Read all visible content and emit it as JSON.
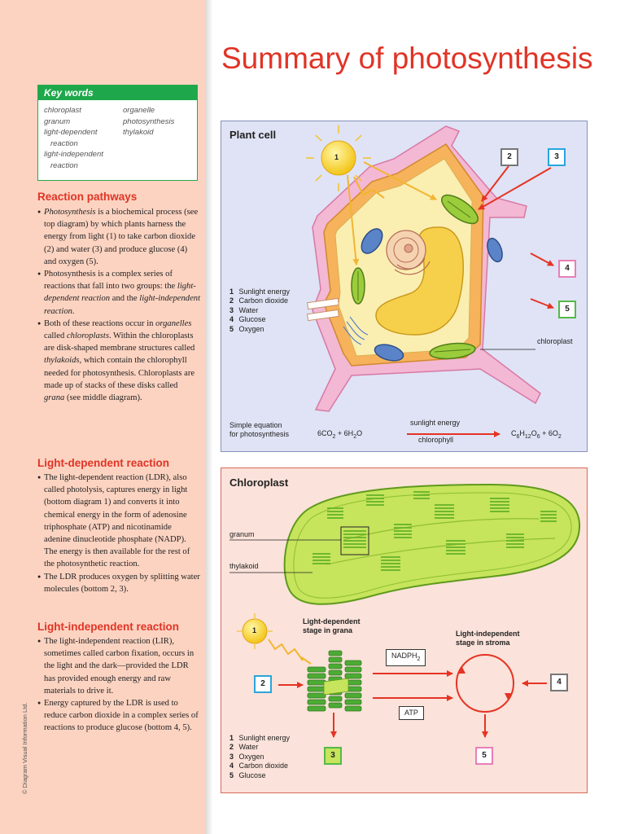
{
  "title": "Summary of photosynthesis",
  "key_words": {
    "heading": "Key words",
    "col1": [
      "chloroplast",
      "granum",
      "light-dependent",
      "reaction",
      "light-independent",
      "reaction"
    ],
    "col2": [
      "organelle",
      "photosynthesis",
      "thylakoid"
    ]
  },
  "reaction_pathways": {
    "heading": "Reaction pathways",
    "b1_term": "Photosynthesis",
    "b1_text": " is a biochemical process (see top diagram) by which plants harness the energy from light (1) to take carbon dioxide (2) and water (3) and produce glucose (4) and oxygen (5).",
    "b2_a": "Photosynthesis is a complex series of reactions that fall into two groups: the ",
    "b2_term1": "light-dependent reaction",
    "b2_b": " and the ",
    "b2_term2": "light-independent reaction",
    "b2_c": ".",
    "b3_a": "Both of these reactions occur in ",
    "b3_term1": "organelles",
    "b3_b": " called ",
    "b3_term2": "chloroplasts",
    "b3_c": ". Within the chloroplasts are disk-shaped membrane structures called ",
    "b3_term3": "thylakoids",
    "b3_d": ", which contain the chlorophyll needed for photosynthesis. Chloroplasts are made up of stacks of these disks called ",
    "b3_term4": "grana",
    "b3_e": " (see middle diagram)."
  },
  "light_dependent": {
    "heading": "Light-dependent reaction",
    "b1": "The light-dependent reaction (LDR), also called photolysis, captures energy in light (bottom diagram 1) and converts it into chemical energy in the form of adenosine triphosphate (ATP) and nicotinamide adenine dinucleotide phosphate (NADP). The energy is then available for the rest of the photosynthetic reaction.",
    "b2": "The LDR produces oxygen by splitting water molecules (bottom 2, 3)."
  },
  "light_independent": {
    "heading": "Light-independent reaction",
    "b1": "The light-independent reaction (LIR), sometimes called carbon fixation, occurs in the light and the dark—provided the LDR has provided enough energy and raw materials to drive it.",
    "b2": "Energy captured by the LDR is used to reduce carbon dioxide in a complex series of reactions to produce glucose (bottom 4, 5)."
  },
  "copyright": "© Diagram Visual Information Ltd.",
  "plant_cell": {
    "title": "Plant cell",
    "legend": [
      {
        "num": "1",
        "text": "Sunlight energy"
      },
      {
        "num": "2",
        "text": "Carbon dioxide"
      },
      {
        "num": "3",
        "text": "Water"
      },
      {
        "num": "4",
        "text": "Glucose"
      },
      {
        "num": "5",
        "text": "Oxygen"
      }
    ],
    "chloroplast_label": "chloroplast",
    "sun_label": "1",
    "box2": "2",
    "box3": "3",
    "box4": "4",
    "box5": "5",
    "equation_label_1": "Simple equation",
    "equation_label_2": "for photosynthesis",
    "eq_left_a": "6CO",
    "eq_left_sub1": "2",
    "eq_left_b": " + 6H",
    "eq_left_sub2": "2",
    "eq_left_c": "O",
    "eq_top": "sunlight energy",
    "eq_bottom": "chlorophyll",
    "eq_right_a": "C",
    "eq_right_s1": "6",
    "eq_right_b": "H",
    "eq_right_s2": "12",
    "eq_right_c": "O",
    "eq_right_s3": "6",
    "eq_right_d": " + 6O",
    "eq_right_s4": "2"
  },
  "chloroplast_panel": {
    "title": "Chloroplast",
    "granum": "granum",
    "thylakoid": "thylakoid",
    "ld_stage_1": "Light-dependent",
    "ld_stage_2": "stage in grana",
    "li_stage_1": "Light-independent",
    "li_stage_2": "stage in stroma",
    "nadph": "NADPH",
    "nadph_sub": "2",
    "atp": "ATP",
    "sun_label": "1",
    "box2": "2",
    "box3": "3",
    "box4": "4",
    "box5": "5",
    "legend": [
      {
        "num": "1",
        "text": "Sunlight energy"
      },
      {
        "num": "2",
        "text": "Water"
      },
      {
        "num": "3",
        "text": "Oxygen"
      },
      {
        "num": "4",
        "text": "Carbon dioxide"
      },
      {
        "num": "5",
        "text": "Glucose"
      }
    ]
  },
  "colors": {
    "accent_red": "#e03426",
    "key_green": "#1ea84b",
    "sidebar": "#fcd3c1",
    "cell_panel": "#dfe3f5",
    "chloro_panel": "#fbe2da",
    "box2_blue": "#2aa5dd",
    "box3_blue": "#2aa5dd",
    "box4_pink": "#e87fb6",
    "box5_green": "#55b948"
  }
}
